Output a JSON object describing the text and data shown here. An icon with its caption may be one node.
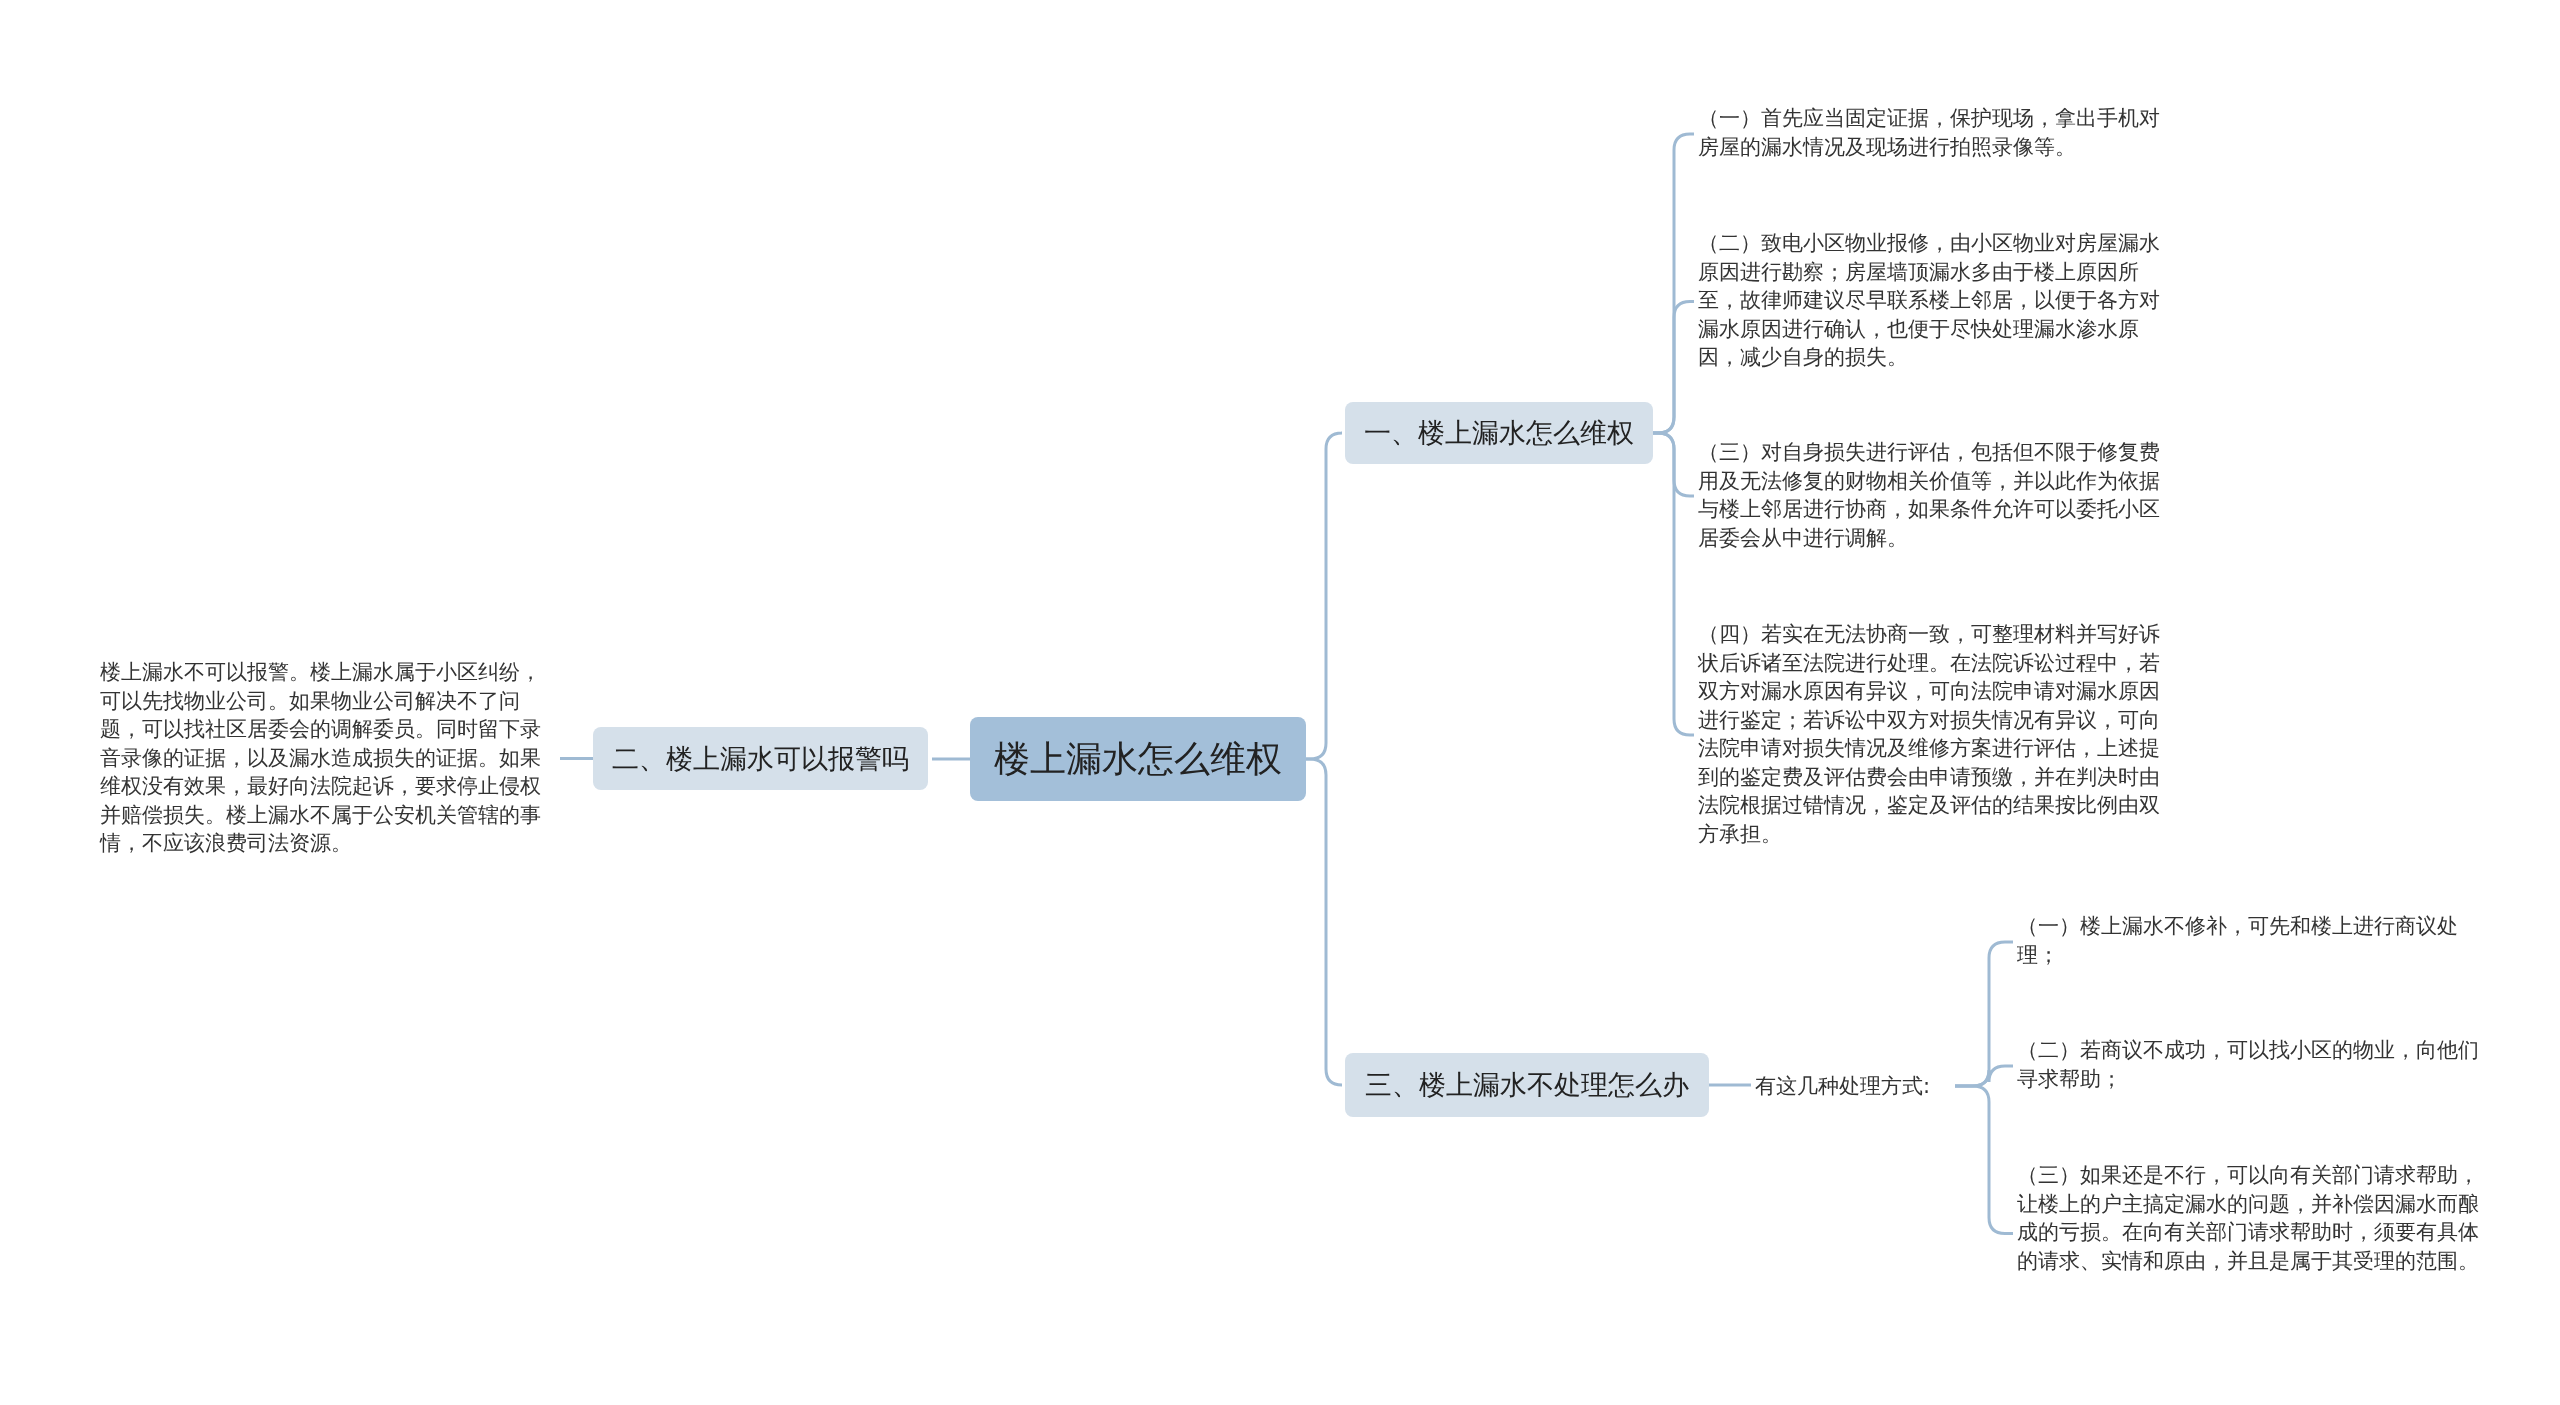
{
  "diagram": {
    "nodes": [
      {
        "text": [
          "楼上漏水怎么维权"
        ]
      },
      {
        "text": [
          "一、楼上漏水怎么维权"
        ]
      },
      {
        "text": [
          "（一）首先应当固定证据，保护现场，拿出手机对房屋的漏水情况及现场进行拍照录像等。"
        ]
      },
      {
        "text": [
          "（二）致电小区物业报修，由小区物业对房屋漏水原因进行勘察；房屋墙顶漏水多由于楼上原因所至，故律师建议尽早联系楼上邻居，以便于各方对漏水原因进行确认，也便于尽快处理漏水渗水原因，减少自身的损失。"
        ]
      },
      {
        "text": [
          "（三）对自身损失进行评估，包括但不限于修复费用及无法修复的财物相关价值等，并以此作为依据与楼上邻居进行协商，如果条件允许可以委托小区居委会从中进行调解。"
        ]
      },
      {
        "text": [
          "（四）若实在无法协商一致，可整理材料并写好诉状后诉诸至法院进行处理。在法院诉讼过程中，若双方对漏水原因有异议，可向法院申请对漏水原因进行鉴定；若诉讼中双方对损失情况有异议，可向法院申请对损失情况及维修方案进行评估，上述提到的鉴定费及评估费会由申请预缴，并在判决时由法院根据过错情况，鉴定及评估的结果按比例由双方承担。"
        ]
      },
      {
        "text": [
          "二、楼上漏水可以报警吗"
        ]
      },
      {
        "text": [
          "楼上漏水不可以报警。楼上漏水属于小区纠纷，可以先找物业公司。如果物业公司解决不了问题，可以找社区居委会的调解委员。同时留下录音录像的证据，以及漏水造成损失的证据。如果维权没有效果，最好向法院起诉，要求停止侵权并赔偿损失。楼上漏水不属于公安机关管辖的事情，不应该浪费司法资源。"
        ]
      },
      {
        "text": [
          "三、楼上漏水不处理怎么办"
        ]
      },
      {
        "text": [
          "有这几种处理方式:"
        ]
      },
      {
        "text": [
          "（一）楼上漏水不修补，可先和楼上进行商议处理；"
        ]
      },
      {
        "text": [
          "（二）若商议不成功，可以找小区的物业，向他们寻求帮助；"
        ]
      },
      {
        "text": [
          "（三）如果还是不行，可以向有关部门请求帮助，让楼上的户主搞定漏水的问题，并补偿因漏水而酿成的亏损。在向有关部门请求帮助时，须要有具体的请求、实情和原由，并且是属于其受理的范围。"
        ]
      }
    ],
    "edges": [
      {
        "from": 0,
        "to": 1,
        "arrow": "none"
      },
      {
        "from": 1,
        "to": 2,
        "arrow": "none"
      },
      {
        "from": 1,
        "to": 3,
        "arrow": "none"
      },
      {
        "from": 1,
        "to": 4,
        "arrow": "none"
      },
      {
        "from": 1,
        "to": 5,
        "arrow": "none"
      },
      {
        "from": 0,
        "to": 6,
        "arrow": "none"
      },
      {
        "from": 6,
        "to": 7,
        "arrow": "none"
      },
      {
        "from": 0,
        "to": 8,
        "arrow": "none"
      },
      {
        "from": 8,
        "to": 9,
        "arrow": "none"
      },
      {
        "from": 9,
        "to": 10,
        "arrow": "none"
      },
      {
        "from": 9,
        "to": 11,
        "arrow": "none"
      },
      {
        "from": 9,
        "to": 12,
        "arrow": "none"
      }
    ]
  }
}
